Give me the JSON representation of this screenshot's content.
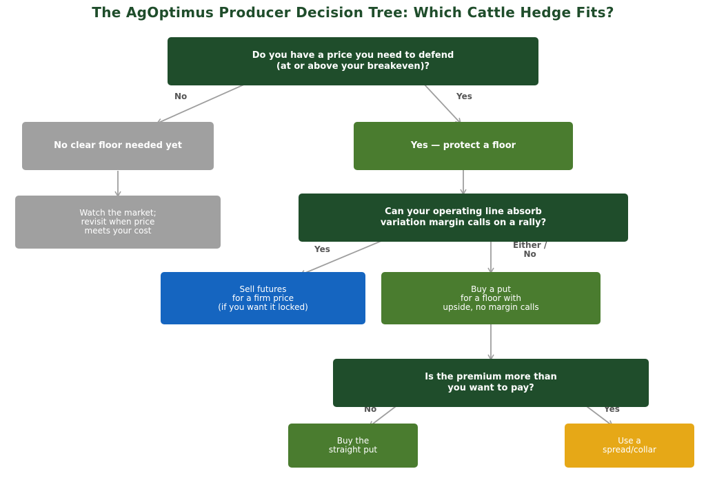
{
  "title": "The AgOptimus Producer Decision Tree: Which Cattle Hedge Fits?",
  "colors": {
    "title": "#1f4d2b",
    "question_node": "#1f4d2b",
    "green_node": "#4a7c2f",
    "gray_node": "#a0a0a0",
    "blue_node": "#1565c0",
    "gold_node": "#e6a817",
    "edge": "#9e9e9e",
    "edge_label": "#555555"
  },
  "nodes": {
    "q1": {
      "lines": [
        "Do you have a price you need to defend",
        "(at or above your breakeven)?"
      ]
    },
    "no_floor": {
      "lines": [
        "No clear floor needed yet"
      ]
    },
    "protect_floor": {
      "lines": [
        "Yes — protect a floor"
      ]
    },
    "watch": {
      "lines": [
        "Watch the market;",
        "revisit when price",
        "meets your cost"
      ]
    },
    "q2": {
      "lines": [
        "Can your operating line absorb",
        "variation margin calls on a rally?"
      ]
    },
    "sell_futures": {
      "lines": [
        "Sell futures",
        "for a firm price",
        "(if you want it locked)"
      ]
    },
    "buy_put": {
      "lines": [
        "Buy a put",
        "for a floor with",
        "upside, no margin calls"
      ]
    },
    "q3": {
      "lines": [
        "Is the premium more than",
        "you want to pay?"
      ]
    },
    "straight_put": {
      "lines": [
        "Buy the",
        "straight put"
      ]
    },
    "spread_collar": {
      "lines": [
        "Use a",
        "spread/collar"
      ]
    }
  },
  "edge_labels": {
    "q1_no": "No",
    "q1_yes": "Yes",
    "q2_yes": "Yes",
    "q2_either": [
      "Either /",
      "No"
    ],
    "q3_no": "No",
    "q3_yes": "Yes"
  }
}
